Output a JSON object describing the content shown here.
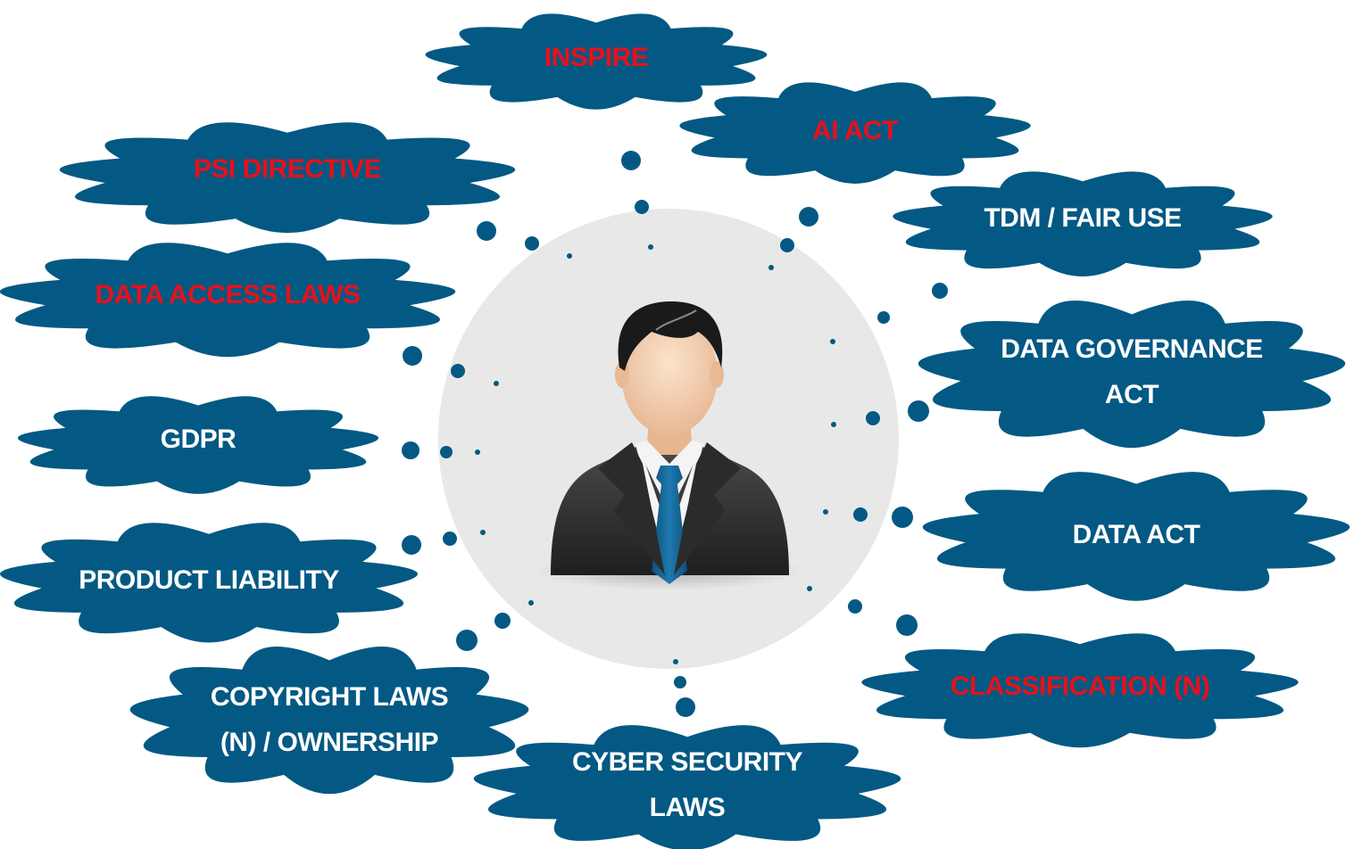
{
  "colors": {
    "cloud_fill": "#035983",
    "dot_fill": "#035983",
    "label_red": "#e8101b",
    "label_white": "#ffffff",
    "center_circle": "#e8e8e8"
  },
  "center": {
    "icon": "businessman-icon"
  },
  "clouds": [
    {
      "id": "inspire",
      "lines": [
        "INSPIRE"
      ],
      "color": "red"
    },
    {
      "id": "ai-act",
      "lines": [
        "AI ACT"
      ],
      "color": "red"
    },
    {
      "id": "psi-directive",
      "lines": [
        "PSI DIRECTIVE"
      ],
      "color": "red"
    },
    {
      "id": "tdm-fair-use",
      "lines": [
        "TDM / FAIR USE"
      ],
      "color": "white"
    },
    {
      "id": "data-access-laws",
      "lines": [
        "DATA ACCESS LAWS"
      ],
      "color": "red"
    },
    {
      "id": "data-governance-act",
      "lines": [
        "DATA GOVERNANCE",
        "ACT"
      ],
      "color": "white"
    },
    {
      "id": "gdpr",
      "lines": [
        "GDPR"
      ],
      "color": "white"
    },
    {
      "id": "data-act",
      "lines": [
        "DATA ACT"
      ],
      "color": "white"
    },
    {
      "id": "product-liability",
      "lines": [
        "PRODUCT LIABILITY"
      ],
      "color": "white"
    },
    {
      "id": "classification",
      "lines": [
        "CLASSIFICATION (N)"
      ],
      "color": "red"
    },
    {
      "id": "copyright-laws",
      "lines": [
        "COPYRIGHT LAWS",
        "(N) / OWNERSHIP"
      ],
      "color": "white"
    },
    {
      "id": "cyber-security-laws",
      "lines": [
        "CYBER SECURITY",
        "LAWS"
      ],
      "color": "white"
    }
  ]
}
